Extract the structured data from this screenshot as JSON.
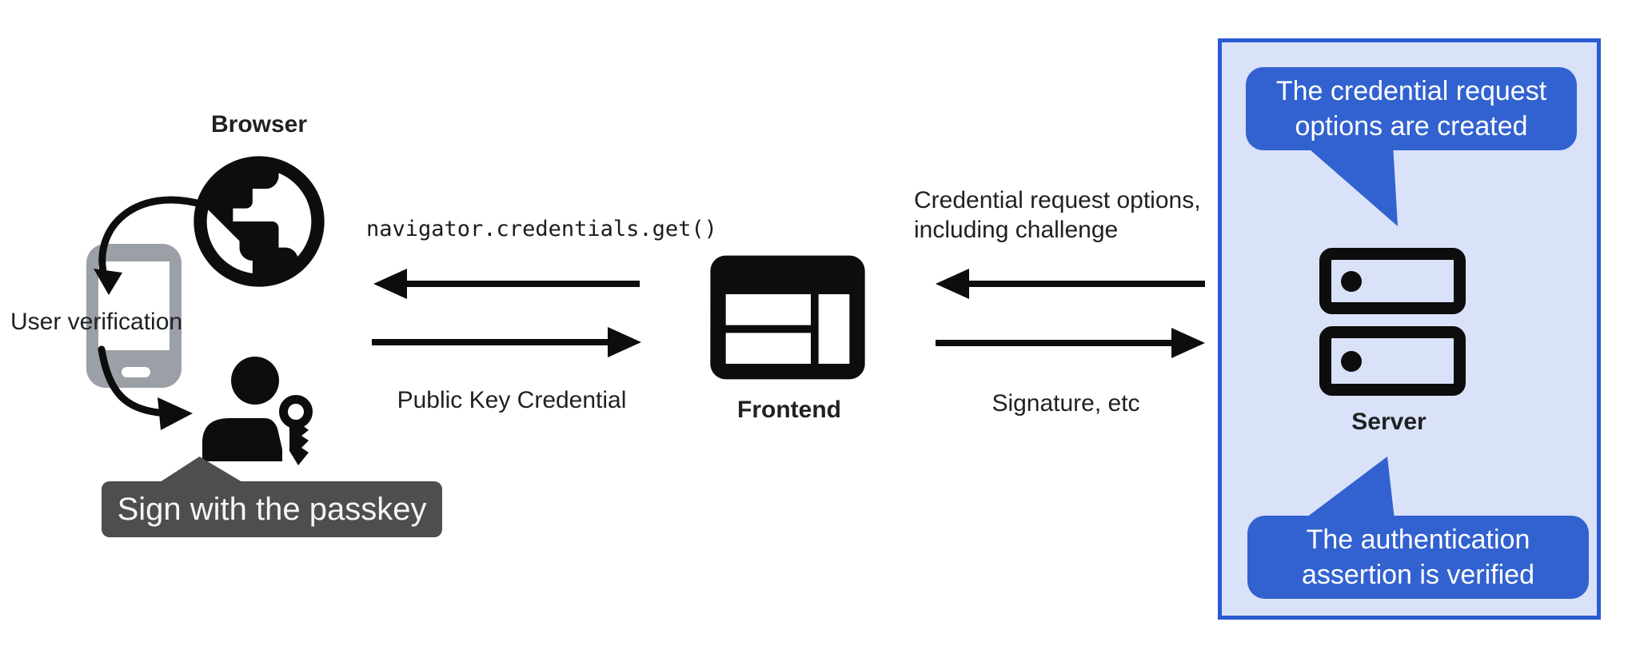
{
  "nodes": {
    "browser": {
      "label": "Browser"
    },
    "user_verification": {
      "label": "User verification"
    },
    "passkey_sign": {
      "tooltip": "Sign with the passkey"
    },
    "frontend": {
      "label": "Frontend"
    },
    "server": {
      "label": "Server"
    }
  },
  "flows": {
    "get_call": {
      "label": "navigator.credentials.get()"
    },
    "public_key_credential": {
      "label": "Public Key Credential"
    },
    "credential_request": {
      "lines": [
        "Credential request options,",
        "including challenge"
      ]
    },
    "signature": {
      "label": "Signature, etc"
    }
  },
  "server_panel": {
    "bubble_top": {
      "lines": [
        "The credential request",
        "options are created"
      ]
    },
    "bubble_bottom": {
      "lines": [
        "The authentication",
        "assertion is verified"
      ]
    }
  },
  "icons": [
    "globe-icon",
    "phone-icon",
    "person-icon",
    "key-icon",
    "browser-window-icon",
    "server-icon",
    "curved-arrow-icon",
    "flow-arrow-icon"
  ],
  "colors": {
    "ink": "#0d0d0d",
    "text": "#202124",
    "bubble_bg": "#3262cf",
    "panel_bg": "#d9e2f9",
    "panel_border": "#2a5bd3",
    "tooltip_bg": "#4e4e4e",
    "phone_gray": "#9aa0a6"
  }
}
